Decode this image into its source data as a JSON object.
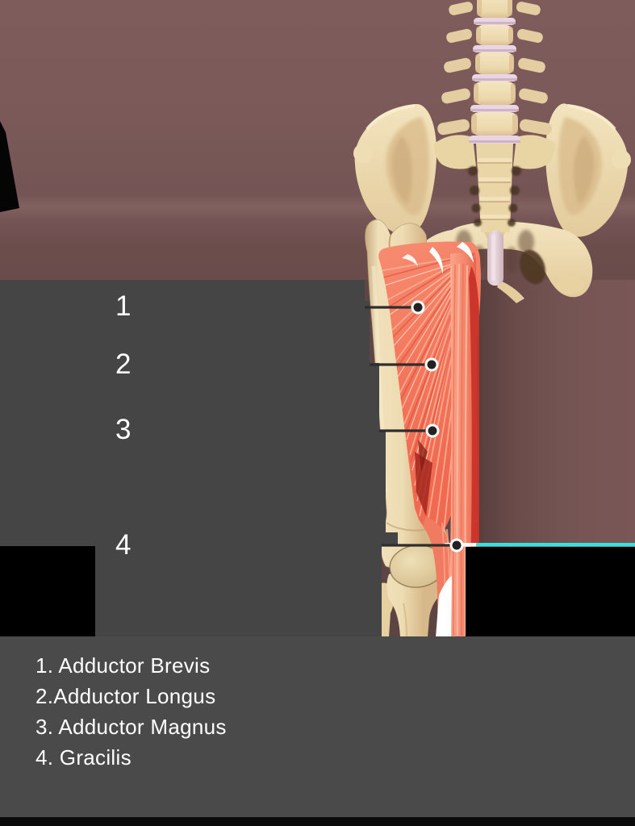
{
  "pointer_labels": [
    {
      "text": "1"
    },
    {
      "text": "2"
    },
    {
      "text": "3"
    },
    {
      "text": "4"
    }
  ],
  "answers": {
    "items": [
      "1. Adductor Brevis",
      "2.Adductor Longus",
      "3. Adductor Magnus",
      "4. Gracilis"
    ]
  },
  "colors": {
    "accent_cyan": "#3ADFE0",
    "leader_line": "#2E2E2E",
    "dot_core": "#222222",
    "dot_ring": "#FFFFFF",
    "mask_panel": "#454545",
    "answers_panel": "#4A4A4A",
    "bottom_bar_black": "#0A0A0A",
    "background_mauve": "#7B5A59",
    "muscle_salmon": "#F2745A",
    "muscle_deep_red": "#C83128",
    "bone_tan": "#EEDCB2",
    "highlight_white": "#FFFFFF"
  }
}
